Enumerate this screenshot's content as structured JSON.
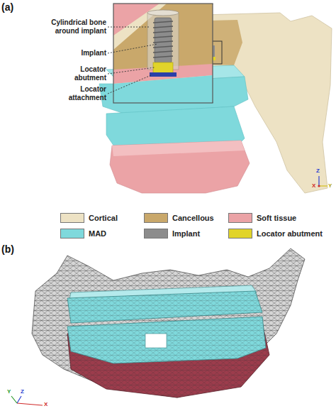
{
  "diagram": {
    "labels": [
      "(a)",
      "Cylindrical bone around implant",
      "Implant",
      "Locator abutment",
      "Locator attachment",
      "Z",
      "X",
      "Y",
      "(b)",
      "Y",
      "Z",
      "X"
    ],
    "legend": [
      {
        "text": "Cortical",
        "color": "#ede2c4"
      },
      {
        "text": "Cancellous",
        "color": "#c9a86b"
      },
      {
        "text": "Soft tissue",
        "color": "#eba3a6"
      },
      {
        "text": "MAD",
        "color": "#7fd9dc"
      },
      {
        "text": "Implant",
        "color": "#8c8c8c"
      },
      {
        "text": "Locator abutment",
        "color": "#e1d42a"
      }
    ]
  }
}
